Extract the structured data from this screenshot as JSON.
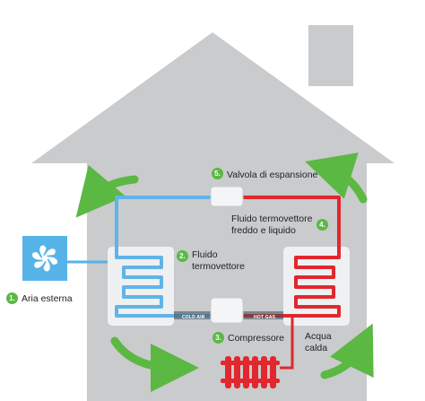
{
  "colors": {
    "house": "#c9cbcd",
    "house_wall": "#cfd1d3",
    "cold_pipe": "#5fb4e8",
    "hot_pipe": "#e0282e",
    "green": "#5bb843",
    "unit_fill": "#eef0f1",
    "fan_bg": "#56b3e8",
    "radiator": "#e0282e"
  },
  "icons": {
    "fan": "fan-icon",
    "radiator": "radiator-icon"
  },
  "steps": [
    {
      "num": "1.",
      "label": "Aria esterna"
    },
    {
      "num": "2.",
      "label_line1": "Fluido",
      "label_line2": "termovettore"
    },
    {
      "num": "3.",
      "label": "Compressore"
    },
    {
      "num": "4.",
      "label_line1": "Fluido termovettore",
      "label_line2": "freddo e liquido"
    },
    {
      "num": "5.",
      "label": "Valvola di espansione"
    }
  ],
  "water_label": {
    "line1": "Acqua",
    "line2": "calda"
  },
  "pipe_labels": {
    "cold": "COLD AIR",
    "hot": "HOT GAS"
  }
}
